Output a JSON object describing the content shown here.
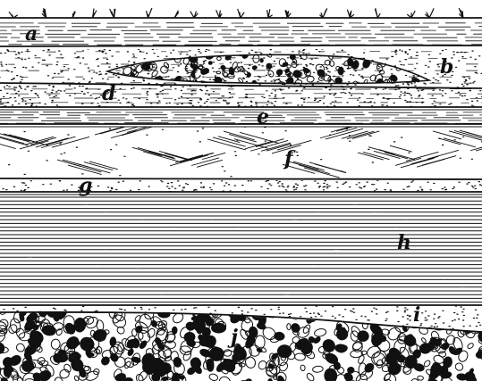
{
  "labels": {
    "a": "a",
    "b": "b",
    "c": "c",
    "d": "d",
    "e": "e",
    "f": "f",
    "g": "g",
    "h": "h",
    "i": "i",
    "j": "j"
  },
  "colors": {
    "ink": "#111111",
    "paper": "#ffffff"
  }
}
